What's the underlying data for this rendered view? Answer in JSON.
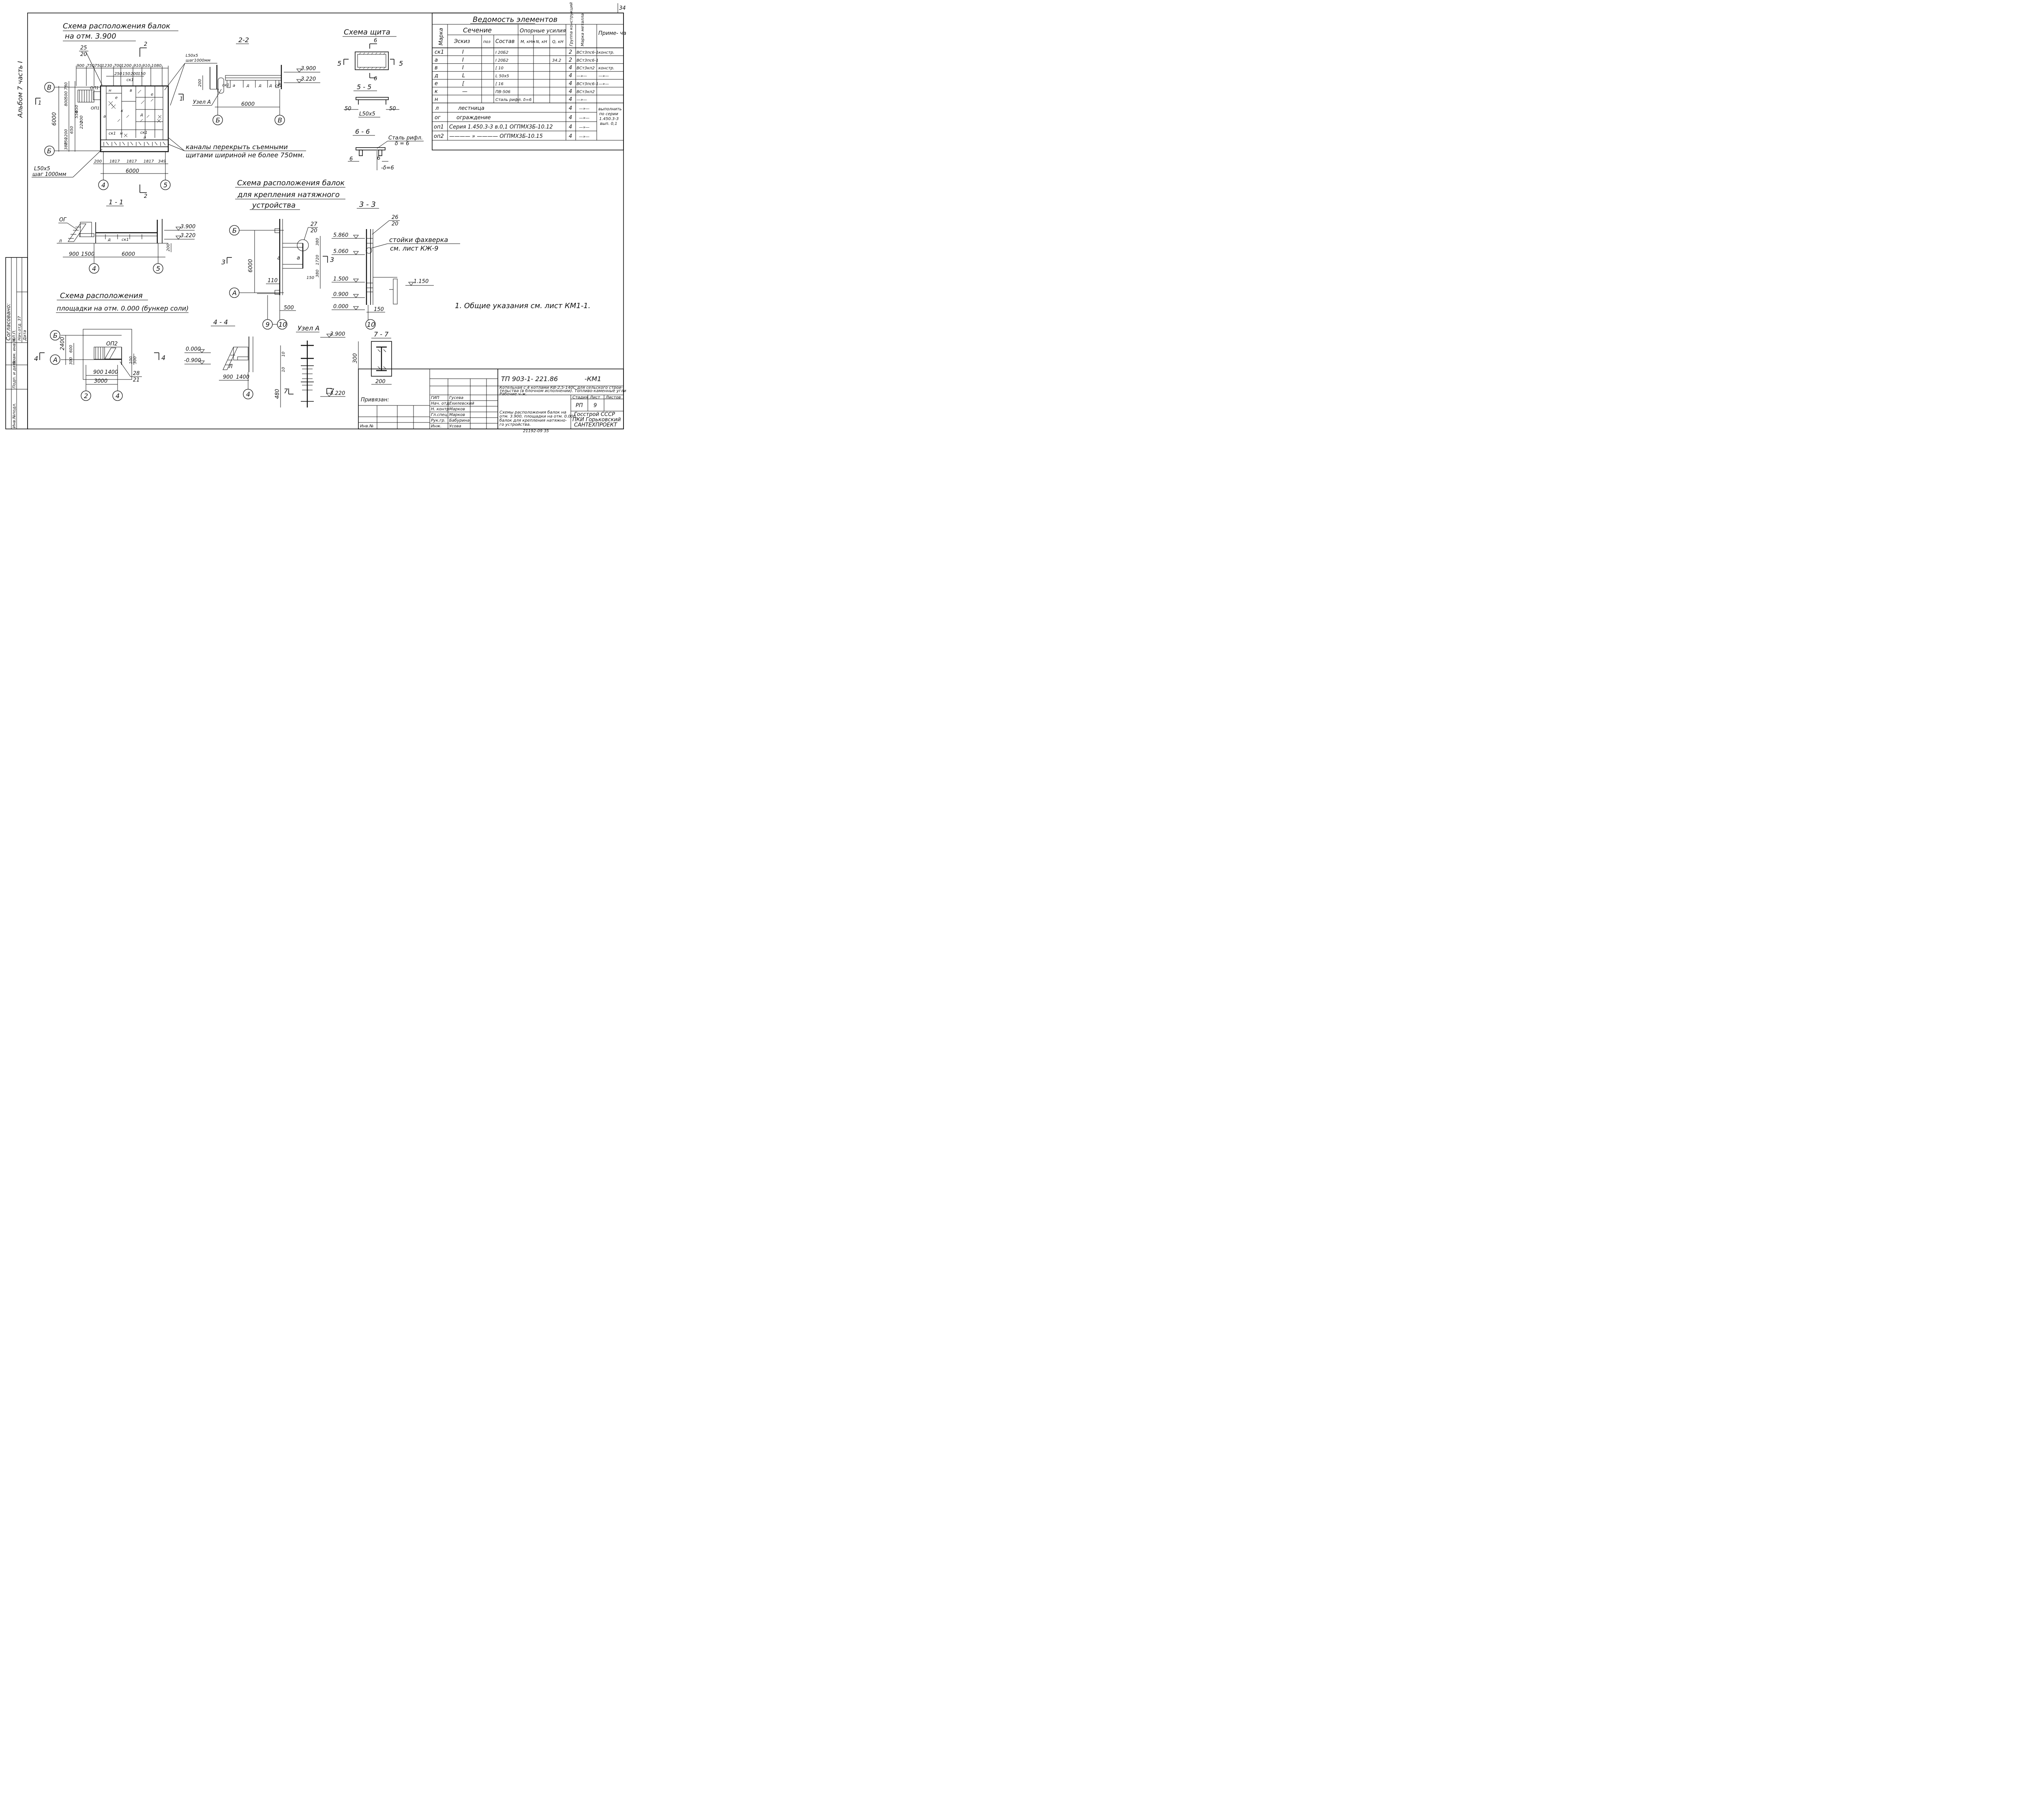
{
  "page_number": "34",
  "album_side": "Альбом 7 часть I",
  "plan": {
    "title1": "Схема расположения балок",
    "title2": "на отм. 3.900",
    "dims_top": [
      "900",
      "750",
      "750",
      "1230",
      "700",
      "1200",
      "910",
      "910",
      "1080"
    ],
    "dims_inner": [
      "250",
      "150",
      "200",
      "150"
    ],
    "dims_left": [
      "780",
      "500",
      "800",
      "650",
      "550",
      "200",
      "220",
      "650",
      "1200",
      "750",
      "380"
    ],
    "dim_total_v": "6000",
    "dims_bottom": [
      "200",
      "1817",
      "1817",
      "1817",
      "349"
    ],
    "dim_total_h": "6000",
    "node_25_20": [
      "25",
      "20"
    ],
    "angle_note_top": [
      "L50x5",
      "шаг1000мм"
    ],
    "angle_note_bottom": [
      "L50x5",
      "шаг 1000мм"
    ],
    "channel_note": [
      "каналы перекрыть съемными",
      "щитами шириной не более 750мм."
    ],
    "axis_B": "В",
    "axis_b": "Б",
    "axis_4": "4",
    "axis_5": "5",
    "cut_1": "1",
    "cut_2": "2",
    "labels": [
      "ОП1",
      "ОП1",
      "ск1",
      "ск1",
      "ск1",
      "а",
      "а",
      "н",
      "е",
      "е",
      "д",
      "в",
      "н",
      "к"
    ]
  },
  "sec22": {
    "title": "2-2",
    "lv1": "3.900",
    "lv2": "3.220",
    "dim_200": "200",
    "dim_6000": "6000",
    "node": "Узел А",
    "labels": [
      "ск1",
      "а",
      "д",
      "д",
      "д",
      "ск1",
      "в"
    ],
    "axis_b": "Б",
    "axis_B": "В"
  },
  "shield": {
    "title": "Схема щита",
    "cut6": "6",
    "cut5": "5",
    "s55": "5 - 5",
    "d50a": "50",
    "d50b": "50",
    "angle": "L50x5",
    "s66": "6 - 6",
    "steel": [
      "Сталь рифл.",
      "δ = 6"
    ],
    "d6a": "6",
    "d6b": "6",
    "d6c": "-δ=6"
  },
  "table": {
    "title": "Ведомость элементов",
    "h_mark": "Марка",
    "h_section": "Сечение",
    "h_sketch": "Эскиз",
    "h_pos": "поз",
    "h_comp": "Состав",
    "h_forces": "Опорные усилия",
    "h_m": "М, кНм",
    "h_n": "N, кН",
    "h_q": "Q, кН",
    "h_group": "Группа конструкций",
    "h_steel": "Марка металла",
    "h_note": "Приме- чание",
    "rows": [
      {
        "mark": "ск1",
        "sketch": "I",
        "comp": "I 20Б2",
        "m": "",
        "n": "",
        "q": "",
        "grp": "2",
        "steel": "ВСт3пс6-1",
        "note": "констр."
      },
      {
        "mark": "а",
        "sketch": "I",
        "comp": "I 20Б2",
        "m": "",
        "n": "",
        "q": "34.2",
        "grp": "2",
        "steel": "ВСт3пс6-1",
        "note": ""
      },
      {
        "mark": "в",
        "sketch": "I",
        "comp": "[ 10",
        "m": "",
        "n": "",
        "q": "",
        "grp": "4",
        "steel": "ВСт3кп2",
        "note": "констр."
      },
      {
        "mark": "д",
        "sketch": "L",
        "comp": "L 50x5",
        "m": "",
        "n": "",
        "q": "",
        "grp": "4",
        "steel": "—»—",
        "note": "—»—"
      },
      {
        "mark": "е",
        "sketch": "[",
        "comp": "[ 16",
        "m": "",
        "n": "",
        "q": "",
        "grp": "4",
        "steel": "ВСт3пс6-1",
        "note": "—»—"
      },
      {
        "mark": "к",
        "sketch": "—",
        "comp": "ПВ-506",
        "m": "",
        "n": "",
        "q": "",
        "grp": "4",
        "steel": "ВСт3кп2",
        "note": ""
      },
      {
        "mark": "н",
        "sketch": "",
        "comp": "Сталь рифл. δ=6",
        "m": "",
        "n": "",
        "q": "",
        "grp": "4",
        "steel": "—»—",
        "note": ""
      }
    ],
    "row_l": {
      "mark": "л",
      "text": "лестница",
      "grp": "4",
      "steel": "—»—"
    },
    "row_og": {
      "mark": "ог",
      "text": "ограждение",
      "grp": "4",
      "steel": "—»—"
    },
    "row_op1": {
      "mark": "оп1",
      "text": "Серия 1.450.3-3 в.0,1 ОГПМХ3Б-10.12",
      "grp": "4",
      "steel": "—»—"
    },
    "row_op2": {
      "mark": "оп2",
      "text": "———— » ———— ОГПМХ3Б-10.15",
      "grp": "4",
      "steel": "—»—"
    },
    "note_series": [
      "выполнить",
      "по серии",
      "1.450.3-3",
      "вып. 0,1"
    ]
  },
  "sec11": {
    "title": "1 - 1",
    "og": "ОГ",
    "l": "Л",
    "d": "д",
    "ck": "ск1",
    "lv1": "3.900",
    "lv2": "3.220",
    "dim_200": "200",
    "dims": [
      "900",
      "1500",
      "6000"
    ],
    "axis_4": "4",
    "axis_5": "5"
  },
  "tension": {
    "title1": "Схема расположения балок",
    "title2": "для крепления натяжного",
    "title3": "устройства",
    "axis_b": "Б",
    "axis_a": "А",
    "axis_9": "9",
    "axis_10": "10",
    "node": [
      "27",
      "20"
    ],
    "d380a": "380",
    "d1720": "1720",
    "d380b": "380",
    "d150": "150",
    "d6000": "6000",
    "d110": "110",
    "d500": "500",
    "a1": "а",
    "a2": "а",
    "cut3": "3"
  },
  "sec33": {
    "title": "3 - 3",
    "node": [
      "26",
      "20"
    ],
    "lv": [
      "5.860",
      "5.060",
      "1.500",
      "0.900",
      "0.000"
    ],
    "lv_1150": "1.150",
    "note": [
      "стойки фахверка",
      "см. лист КЖ-9"
    ],
    "d150": "150",
    "axis_10": "10"
  },
  "general_note": "1. Общие указания см. лист КМ1-1.",
  "salt": {
    "title1": "Схема расположения",
    "title2": "площадки на отм. 0.000 (бункер соли)",
    "axis_b": "Б",
    "axis_a": "А",
    "axis_2": "2",
    "axis_4": "4",
    "op2": "ОП2",
    "d2400": "2400",
    "d300": "300",
    "d600": "600",
    "d3000": "3000",
    "d900": "900",
    "d1400": "1400",
    "d100": "100",
    "d300b": "300",
    "node": [
      "28",
      "21"
    ],
    "cut4": "4"
  },
  "sec44": {
    "title": "4 - 4",
    "lv1": "0.000",
    "lv2": "-0.900",
    "l": "Л",
    "d900": "900",
    "d1400": "1400",
    "axis_4": "4"
  },
  "nodeA": {
    "title": "Узел А",
    "lv1": "3.900",
    "lv2": "3.220",
    "d10a": "10",
    "d10b": "10",
    "d480": "480",
    "cut7": "7"
  },
  "sec77": {
    "title": "7 - 7",
    "d300": "300",
    "d200": "200"
  },
  "approval": {
    "title": "Согласовано:",
    "row1": "ГЛ.П.",
    "row2": "Нач.отд. 37",
    "row3": "Дата",
    "stamp": "Взам. инв.№",
    "sign": "Подп. и дата",
    "inv": "Инв.№подл."
  },
  "stamp": {
    "doc": "ТП 903-1- 221.86",
    "code": "-КМ1",
    "desc": [
      "Котельная с 4 котлами КВ-2,5-140С для сельского строи-",
      "тельства (в блочном исполнении). Топливо-каменные угли.",
      "Рабочие ч-ж."
    ],
    "bound": "Привязан:",
    "roles": [
      "ГИП",
      "Нач. отд.",
      "Н. контр",
      "Гл.спец.",
      "Рук.гр.",
      "Инж."
    ],
    "names": [
      "Гусева",
      "Ехилевский",
      "Марков",
      "Марков",
      "Бабурина",
      "Усова"
    ],
    "stage_h": "Стадия",
    "sheet_h": "Лист",
    "sheets_h": "Листов",
    "stage": "РП",
    "sheet": "9",
    "title_desc": [
      "Схемы расположения балок на",
      "отм. 3.900, площадки на отм. 0.000,",
      "балок для крепления натяжно-",
      "го устройства."
    ],
    "org": [
      "Госстрой СССР",
      "ПКИ Горьковский",
      "САНТЕХПРОЕКТ"
    ],
    "inv_label": "Инв.№",
    "footer": "21192-09   35"
  }
}
